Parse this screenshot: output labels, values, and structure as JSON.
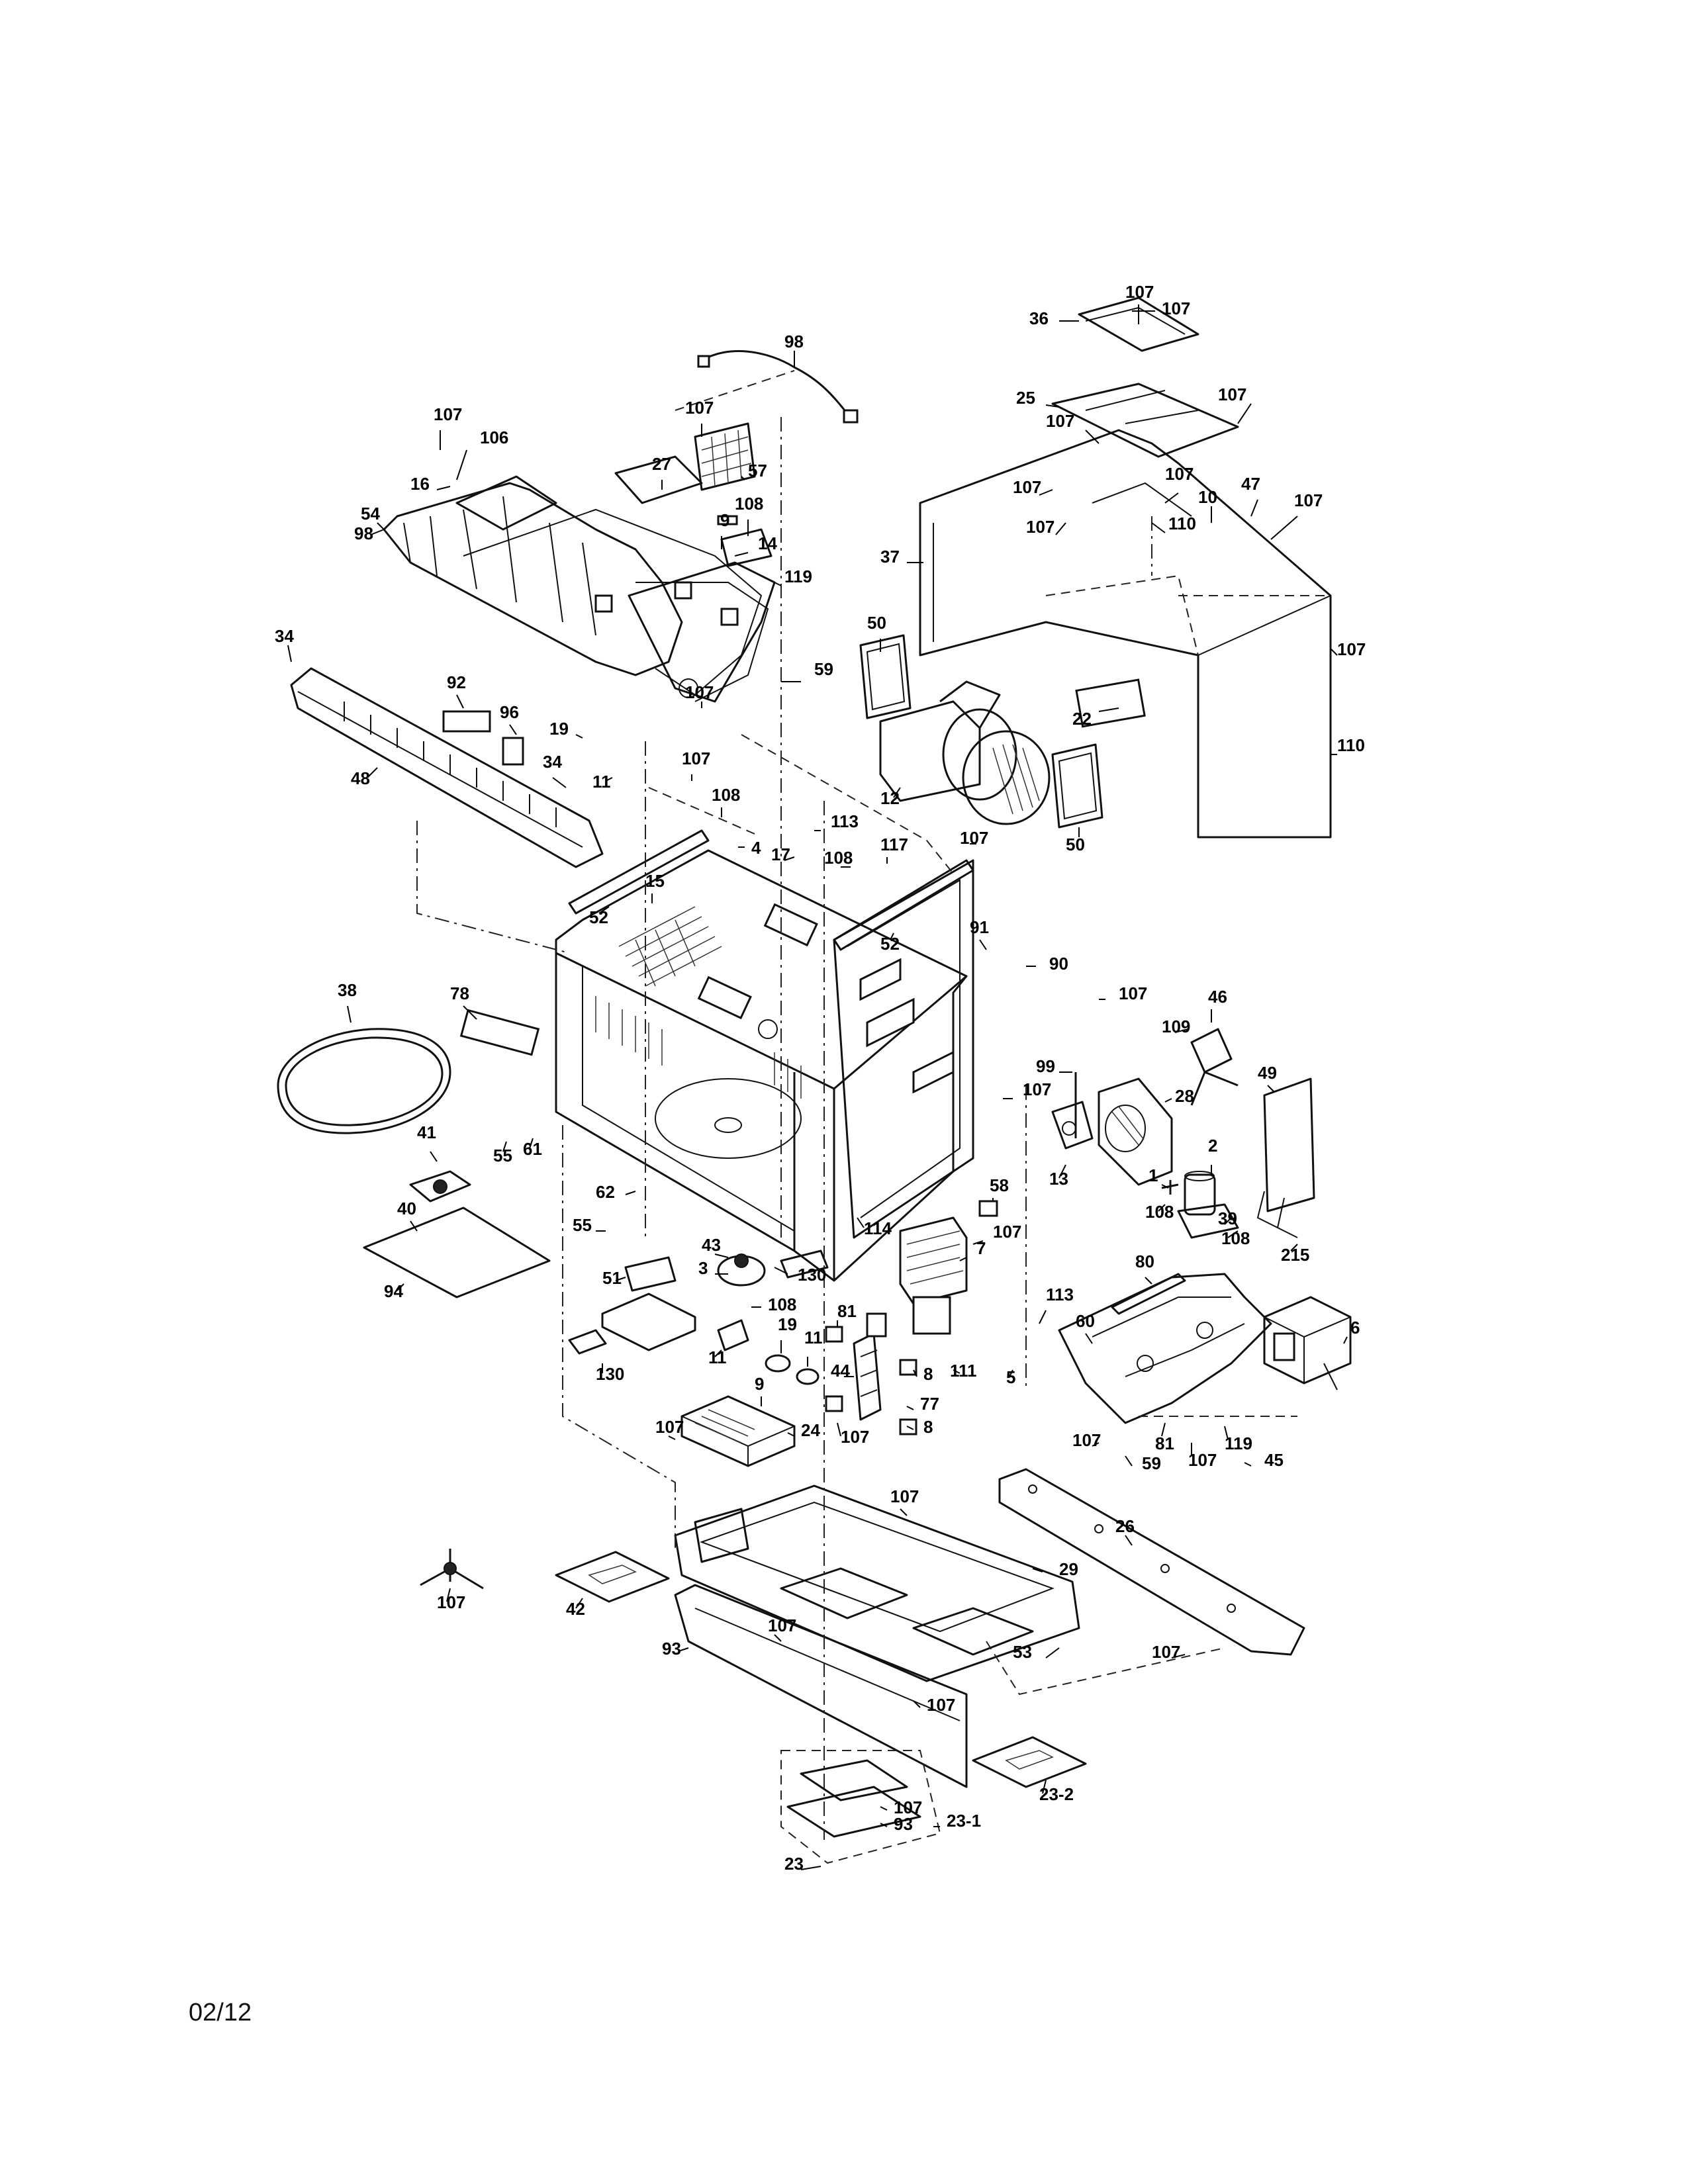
{
  "footer": {
    "page_code": "02/12"
  },
  "callouts": [
    "107",
    "107",
    "36",
    "107",
    "98",
    "25",
    "107",
    "107",
    "106",
    "107",
    "27",
    "57",
    "107",
    "107",
    "16",
    "47",
    "107",
    "10",
    "110",
    "54",
    "108",
    "107",
    "98",
    "9",
    "14",
    "119",
    "37",
    "107",
    "34",
    "50",
    "59",
    "107",
    "92",
    "96",
    "22",
    "19",
    "34",
    "110",
    "12",
    "11",
    "48",
    "107",
    "108",
    "113",
    "4",
    "17",
    "108",
    "117",
    "107",
    "50",
    "15",
    "52",
    "52",
    "91",
    "90",
    "38",
    "78",
    "107",
    "109",
    "46",
    "99",
    "107",
    "49",
    "28",
    "61",
    "55",
    "41",
    "2",
    "13",
    "58",
    "1",
    "39",
    "62",
    "108",
    "108",
    "55",
    "114",
    "40",
    "43",
    "7",
    "215",
    "107",
    "3",
    "130",
    "80",
    "108",
    "94",
    "51",
    "81",
    "113",
    "19",
    "11",
    "6",
    "60",
    "11",
    "44",
    "8",
    "111",
    "5",
    "130",
    "77",
    "9",
    "107",
    "24",
    "8",
    "107",
    "81",
    "107",
    "119",
    "107",
    "45",
    "59",
    "107",
    "26",
    "29",
    "107",
    "42",
    "93",
    "107",
    "53",
    "107",
    "107",
    "107",
    "23-2",
    "93",
    "23-1",
    "23",
    "107"
  ]
}
